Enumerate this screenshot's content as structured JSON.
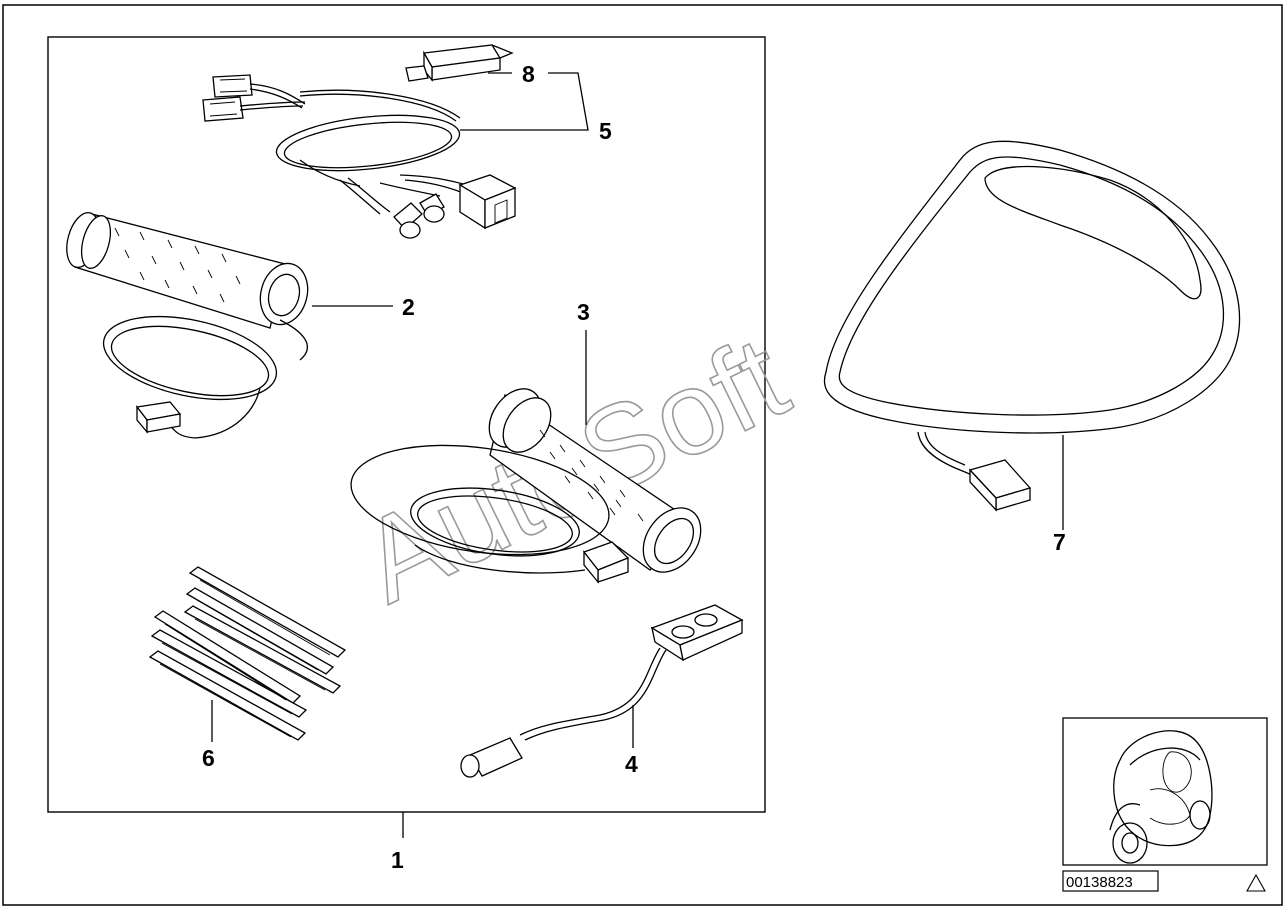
{
  "diagram": {
    "callouts": [
      {
        "id": "c1",
        "label": "1"
      },
      {
        "id": "c2",
        "label": "2"
      },
      {
        "id": "c3",
        "label": "3"
      },
      {
        "id": "c4",
        "label": "4"
      },
      {
        "id": "c5",
        "label": "5"
      },
      {
        "id": "c6",
        "label": "6"
      },
      {
        "id": "c7",
        "label": "7"
      },
      {
        "id": "c8",
        "label": "8"
      }
    ],
    "watermark": "AutoSoft",
    "diagram_id": "00138823",
    "warning_symbol": "triangle-icon"
  }
}
